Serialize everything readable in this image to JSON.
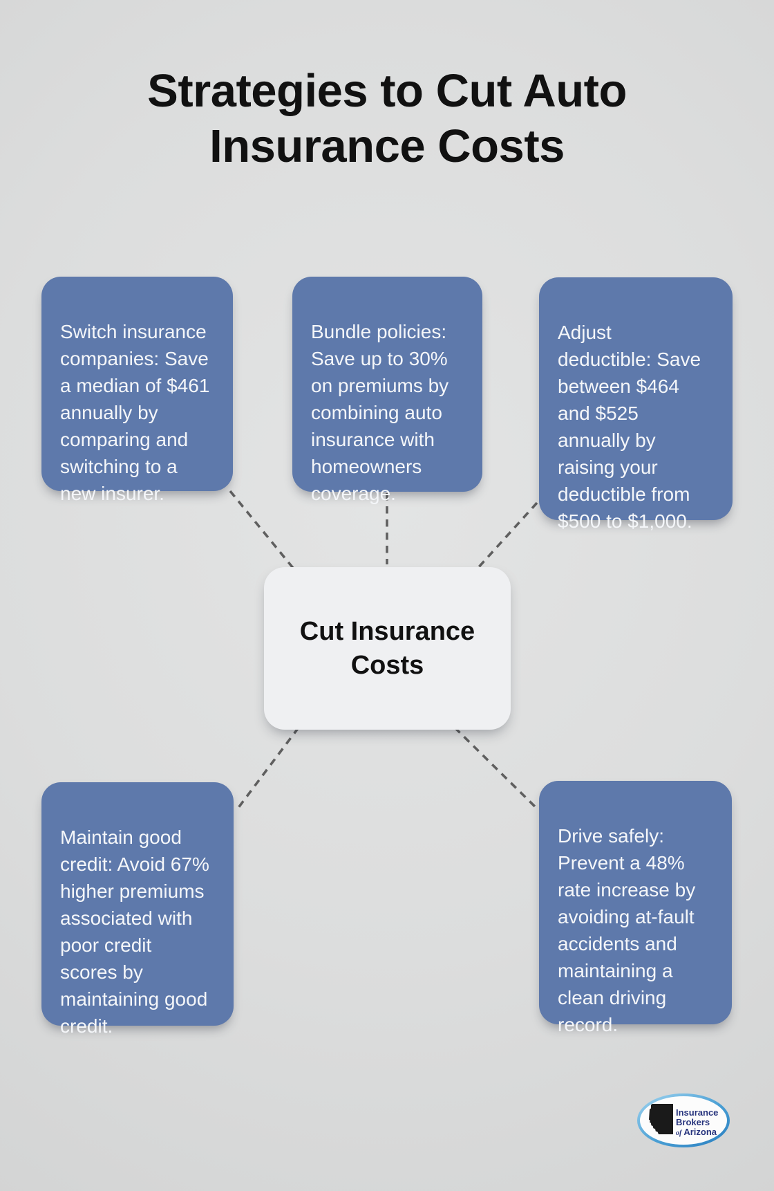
{
  "title": "Strategies to Cut Auto\nInsurance Costs",
  "center": {
    "label": "Cut Insurance\nCosts"
  },
  "strategies": [
    {
      "name": "switch-insurance",
      "text": "Switch insurance\ncompanies: Save\na median of $461\nannually by\ncomparing and\nswitching to a\nnew insurer."
    },
    {
      "name": "bundle-policies",
      "text": "Bundle policies:\nSave up to 30%\non premiums by\ncombining auto\ninsurance with\nhomeowners\ncoverage."
    },
    {
      "name": "adjust-deductible",
      "text": "Adjust\ndeductible: Save\nbetween $464\nand $525\nannually by\nraising your\ndeductible from\n$500 to $1,000."
    },
    {
      "name": "maintain-credit",
      "text": "Maintain good\ncredit: Avoid 67%\nhigher premiums\nassociated with\npoor credit\nscores by\nmaintaining good\ncredit."
    },
    {
      "name": "drive-safely",
      "text": "Drive safely:\nPrevent a 48%\nrate increase by\navoiding at-fault\naccidents and\nmaintaining a\nclean driving\nrecord."
    }
  ],
  "logo": {
    "line1": "Insurance",
    "line2": "Brokers",
    "of": "of",
    "line3": "Arizona"
  },
  "colors": {
    "background": "#dcdddd",
    "node_fill": "#5e79ab",
    "node_text": "#f4f6f9",
    "center_fill": "#eff0f2",
    "center_text": "#111111",
    "connector": "#5f5f5f",
    "title": "#111111",
    "logo_text": "#28357e",
    "logo_ring": "#2a7fc0"
  }
}
